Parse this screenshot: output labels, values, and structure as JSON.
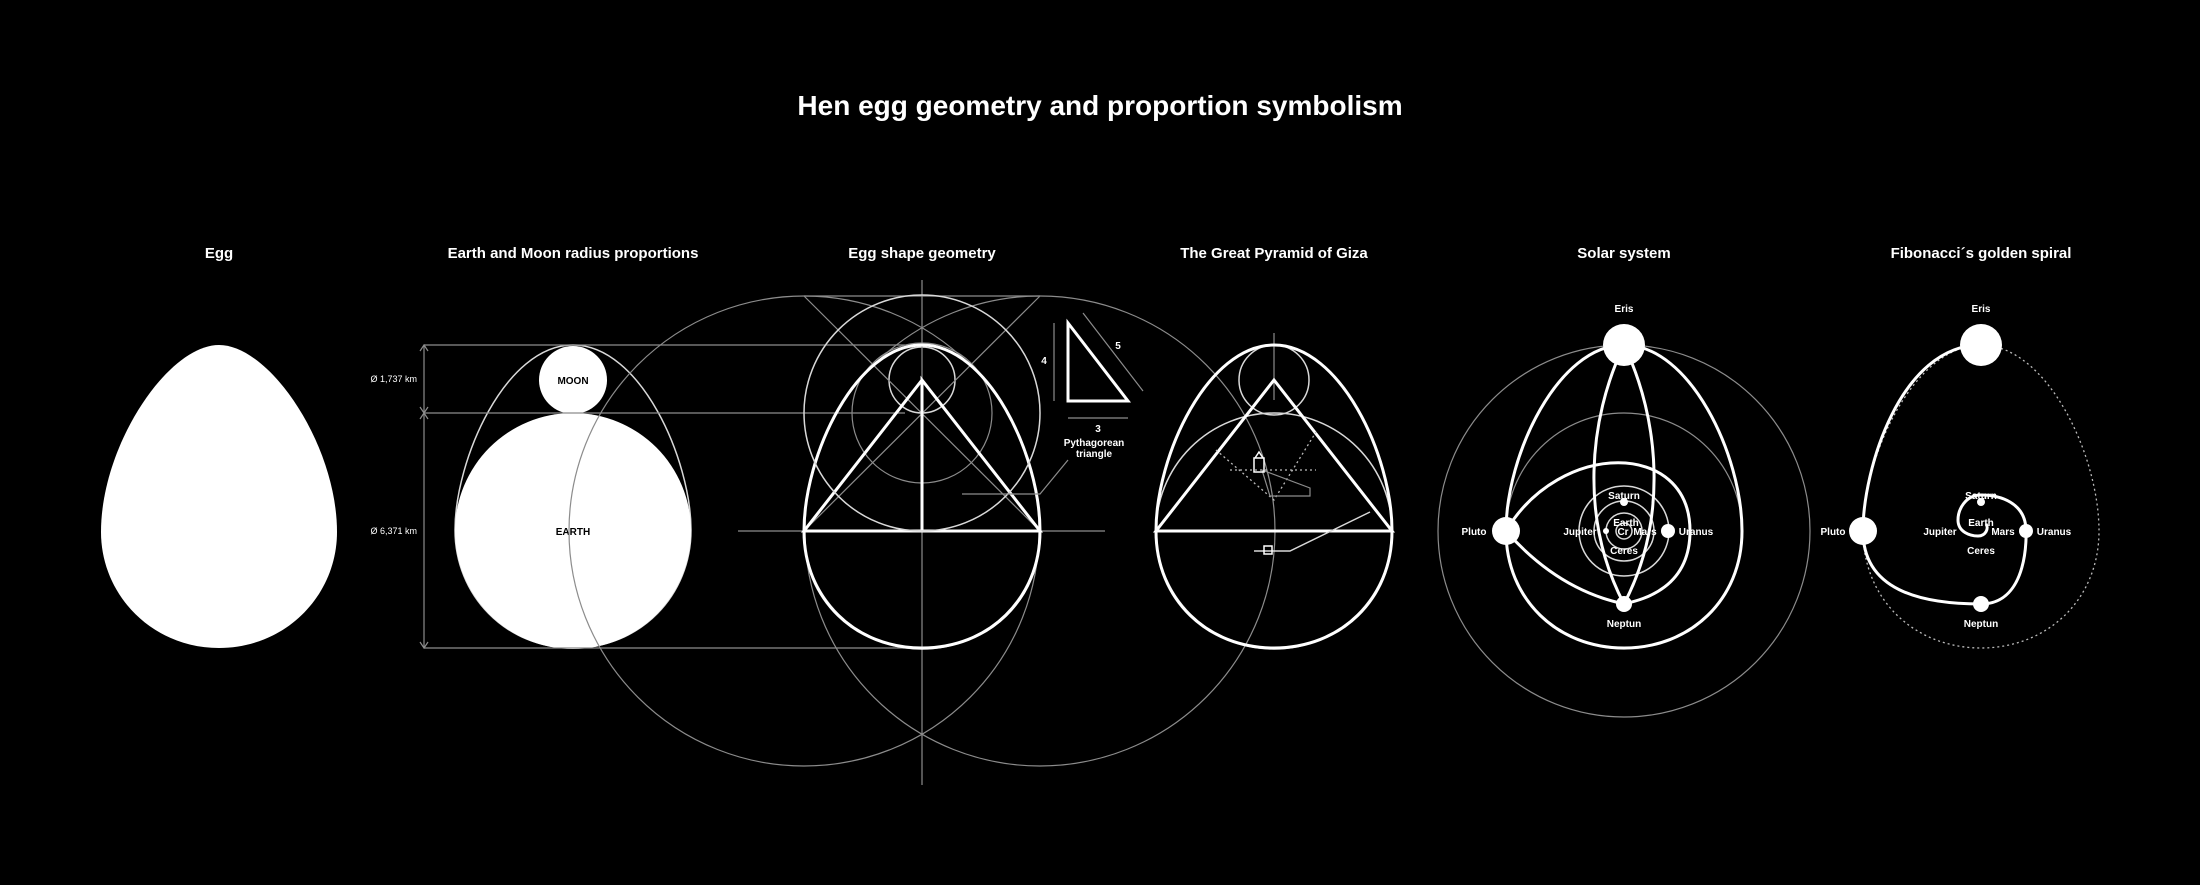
{
  "title": "Hen egg geometry and proportion symbolism",
  "panels": {
    "egg": {
      "title": "Egg"
    },
    "earth_moon": {
      "title": "Earth and Moon radius proportions",
      "moon_label": "MOON",
      "earth_label": "EARTH",
      "moon_diameter": "Ø 1,737 km",
      "earth_diameter": "Ø 6,371 km"
    },
    "geometry": {
      "title": "Egg shape geometry",
      "triangle_side_a": "4",
      "triangle_side_b": "3",
      "triangle_side_c": "5",
      "triangle_label_1": "Pythagorean",
      "triangle_label_2": "triangle"
    },
    "pyramid": {
      "title": "The Great Pyramid of Giza"
    },
    "solar": {
      "title": "Solar system",
      "planets": [
        "Eris",
        "Pluto",
        "Uranus",
        "Neptun",
        "Saturn",
        "Jupiter",
        "Earth",
        "Mars",
        "Ceres",
        "Cr"
      ]
    },
    "fibonacci": {
      "title": "Fibonacci´s golden spiral",
      "planets": [
        "Eris",
        "Pluto",
        "Uranus",
        "Neptun",
        "Saturn",
        "Jupiter",
        "Earth",
        "Mars",
        "Ceres"
      ]
    }
  },
  "colors": {
    "background": "#000000",
    "foreground": "#ffffff",
    "guide": "#8c8c8c"
  }
}
